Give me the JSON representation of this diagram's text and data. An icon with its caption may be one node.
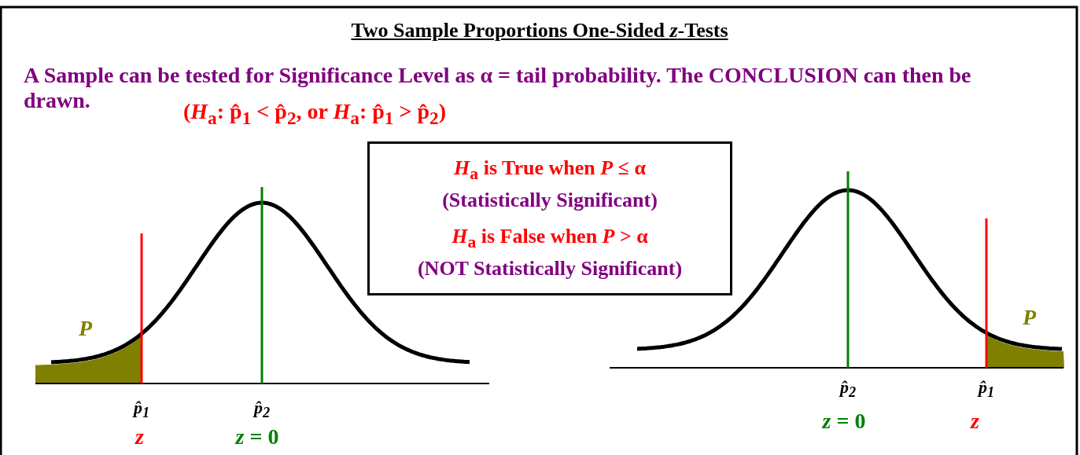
{
  "diagram": {
    "title": "Two Sample Proportions One-Sided *z*-Tests",
    "nodes": [
      {
        "text": [
          "*H*$_{a}$ is True when *P* ≤ α",
          "(Statistically Significant)",
          "*H*$_{a}$ is False when *P* > α",
          "(NOT Statistically Significant)"
        ]
      }
    ],
    "labels": [
      "A Sample can be tested for Significance Level as α = tail probability. The CONCLUSION can then be drawn.",
      "(*H*$_{a}$: p̂$_{1}$ < p̂$_{2}$, or *H*$_{a}$: p̂$_{1}$ > p̂$_{2}$)",
      "P",
      "p̂$_{1}$",
      "p̂$_{2}$",
      "z",
      "*z* = 0",
      "P",
      "p̂$_{2}$",
      "p̂$_{1}$",
      "*z* = 0",
      "z"
    ]
  }
}
